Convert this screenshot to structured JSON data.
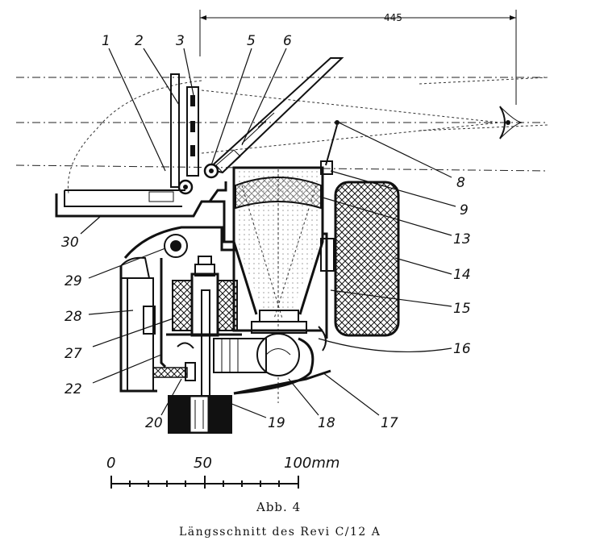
{
  "dimension": {
    "value": "445"
  },
  "part_labels": [
    "1",
    "2",
    "3",
    "5",
    "6",
    "8",
    "9",
    "13",
    "14",
    "15",
    "16",
    "17",
    "18",
    "19",
    "20",
    "22",
    "27",
    "28",
    "29",
    "30"
  ],
  "scale": {
    "labels": [
      "0",
      "50",
      "100mm"
    ]
  },
  "caption": {
    "figure": "Abb. 4",
    "title": "Längsschnitt des Revi C/12 A"
  }
}
